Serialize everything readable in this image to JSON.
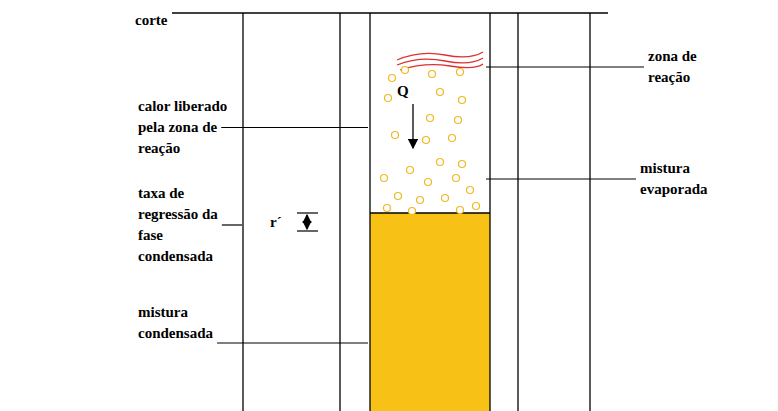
{
  "diagram": {
    "labels": [
      "corte",
      "calor liberado pela zona de reação",
      "Q",
      "zona de reação",
      "mistura evaporada",
      "taxa de regressão da fase condensada",
      "r´",
      "mistura condensada"
    ]
  }
}
